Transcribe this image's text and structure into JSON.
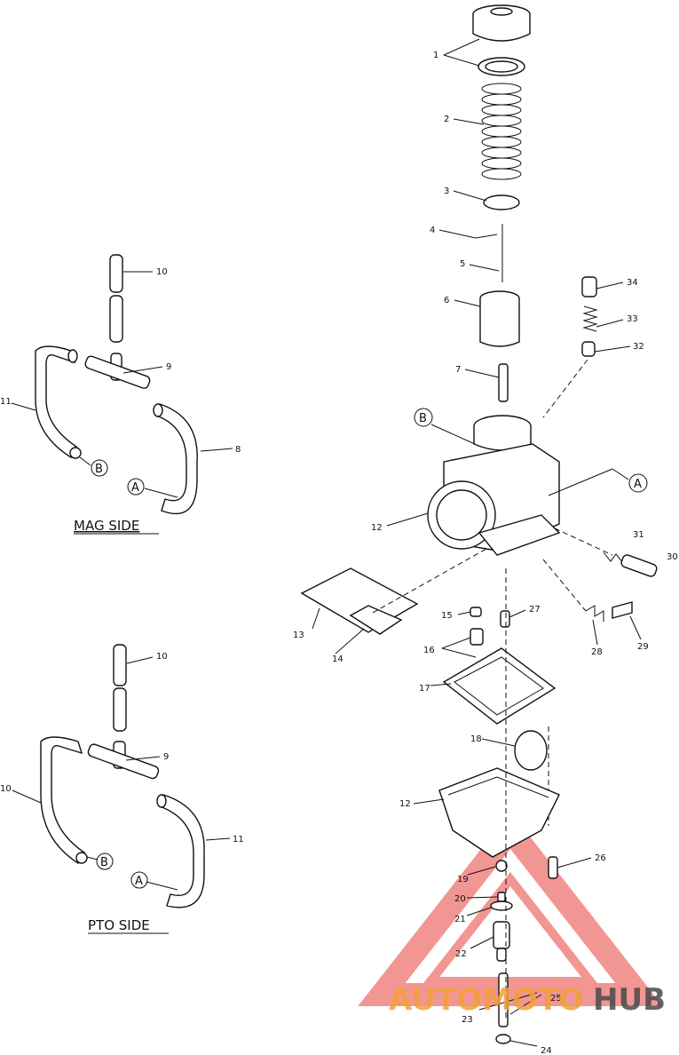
{
  "diagram": {
    "mag_side": {
      "title": "MAG SIDE",
      "callouts": {
        "c10": "10",
        "c9": "9",
        "c11": "11",
        "c8": "8"
      },
      "circle_a": "A",
      "circle_b": "B"
    },
    "pto_side": {
      "title": "PTO SIDE",
      "callouts": {
        "c10a": "10",
        "c9": "9",
        "c10b": "10",
        "c11": "11"
      },
      "circle_a": "A",
      "circle_b": "B"
    },
    "carburetor": {
      "callouts": {
        "c1": "1",
        "c2": "2",
        "c3": "3",
        "c4": "4",
        "c5": "5",
        "c6": "6",
        "c7": "7",
        "c34": "34",
        "c33": "33",
        "c32": "32",
        "c12a": "12",
        "c31": "31",
        "c30": "30",
        "c13": "13",
        "c14": "14",
        "c15": "15",
        "c27": "27",
        "c16": "16",
        "c28": "28",
        "c29": "29",
        "c17": "17",
        "c18": "18",
        "c12b": "12",
        "c26": "26",
        "c19": "19",
        "c20": "20",
        "c21": "21",
        "c22": "22",
        "c25": "25",
        "c23": "23",
        "c24": "24"
      },
      "circle_a": "A",
      "circle_b": "B"
    },
    "watermark": {
      "part1": "AUTOMOTO",
      "part2": "HUB",
      "color_red": "#e8413c",
      "color_orange": "#f2a03a",
      "color_gray": "#4a4a4a"
    }
  }
}
